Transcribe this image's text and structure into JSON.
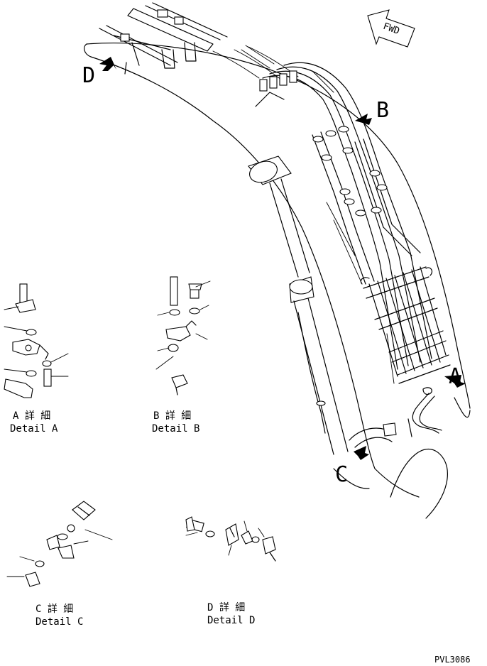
{
  "callouts": {
    "A": "A",
    "B": "B",
    "C": "C",
    "D": "D"
  },
  "fwd": "FWD",
  "details": {
    "a": {
      "jp": "A 詳 細",
      "en": "Detail A"
    },
    "b": {
      "jp": "B 詳 細",
      "en": "Detail B"
    },
    "c": {
      "jp": "C 詳 細",
      "en": "Detail C"
    },
    "d": {
      "jp": "D 詳 細",
      "en": "Detail D"
    }
  },
  "drawing_code": "PVL3086"
}
